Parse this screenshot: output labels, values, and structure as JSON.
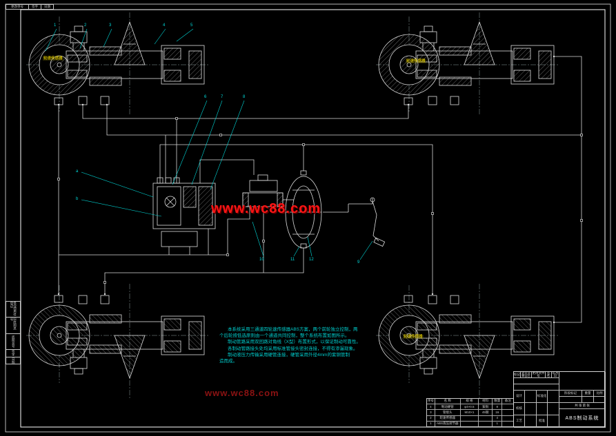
{
  "watermark": {
    "main": "www.wc88.com",
    "secondary": "www.wc88.com",
    "color": "#ff1515"
  },
  "callouts": {
    "c1": "1",
    "c2": "2",
    "c3": "3",
    "c4": "4",
    "c5": "5",
    "c6": "6",
    "c7": "7",
    "c8": "8",
    "c9": "9",
    "c10": "10",
    "c11": "11",
    "c12": "12",
    "ca": "a",
    "cb": "b"
  },
  "sensors": {
    "front_left": "轮速传感器",
    "front_right": "轮速传感器",
    "rear_right": "轮速传感器"
  },
  "notes": {
    "lines": [
      "本系统采用三通道四轮速传感器ABS方案，两个前轮独立控制，两",
      "个后轮按低选原则由一个通道共同控制，整个系统布置如图所示。",
      "制动管路采用双回路对角线（X型）布置形式，以保证制动可靠性。",
      "各制动管路接头处均采用标准管接头密封连接，不得有渗漏现象。",
      "制动液压力传输采用硬管连接，硬管采用外径4mm的紫铜管制",
      "造而成。"
    ]
  },
  "margin": [
    "借(通)用件登记",
    "旧底图总号",
    "底图总号",
    "签字",
    "日期"
  ],
  "corner": [
    "更改单号",
    "签字",
    "日期"
  ],
  "parts_table": {
    "header": [
      "序号",
      "名  称",
      "规  格",
      "材料",
      "数量",
      "备注"
    ],
    "rows": [
      [
        "4",
        "制动硬管",
        "φ4×0.5",
        "紫铜",
        "8",
        ""
      ],
      [
        "3",
        "管接头",
        "M10×1",
        "45钢",
        "16",
        ""
      ],
      [
        "2",
        "轮速传感器",
        "",
        "",
        "4",
        ""
      ],
      [
        "1",
        "ABS液压调节器",
        "",
        "",
        "1",
        ""
      ]
    ]
  },
  "title_block": {
    "cells": {
      "mark": "标记",
      "count": "处数",
      "zone": "分区",
      "doc": "更改文件号",
      "sign": "签名",
      "date": "年月日",
      "design": "设计",
      "standard": "标准化",
      "check": "校核",
      "process": "工艺",
      "approve": "批准",
      "stage": "阶段标记",
      "weight": "重量",
      "scale": "比例",
      "sheet": "共 张 第 张",
      "title": "ABS制动系统"
    }
  },
  "colors": {
    "line": "#dfdfdf",
    "leader": "#00d9d9",
    "note": "#00cdcd",
    "highlight": "#ffe600"
  }
}
